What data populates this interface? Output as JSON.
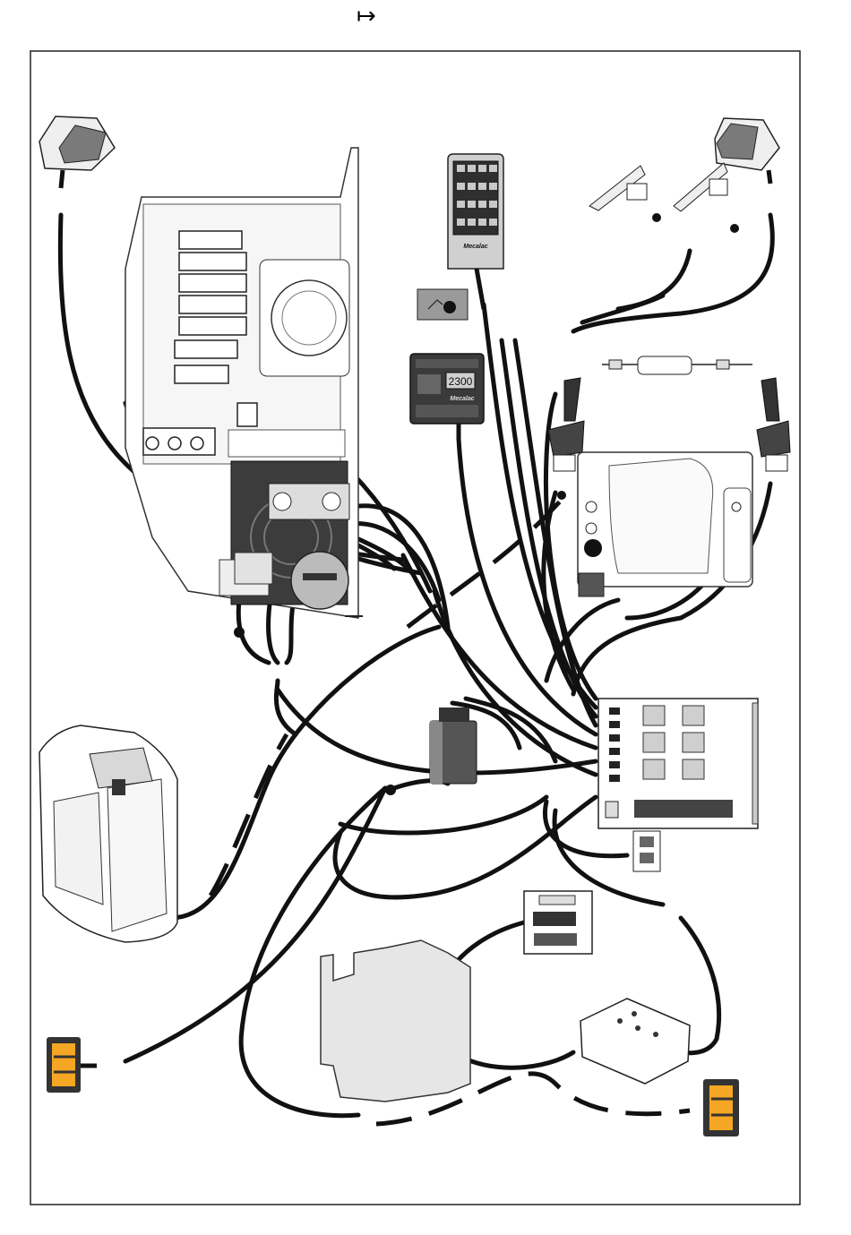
{
  "header": {
    "arrow_symbol": "↦"
  },
  "keypad": {
    "brand": "Mecalac"
  },
  "monitor": {
    "display_value": "2300",
    "brand": "Mecalac"
  },
  "colors": {
    "wire": "#111111",
    "lamp_amber": "#f5a623",
    "component_grey": "#d8d8d8",
    "panel_dark": "#3a3a3a"
  }
}
